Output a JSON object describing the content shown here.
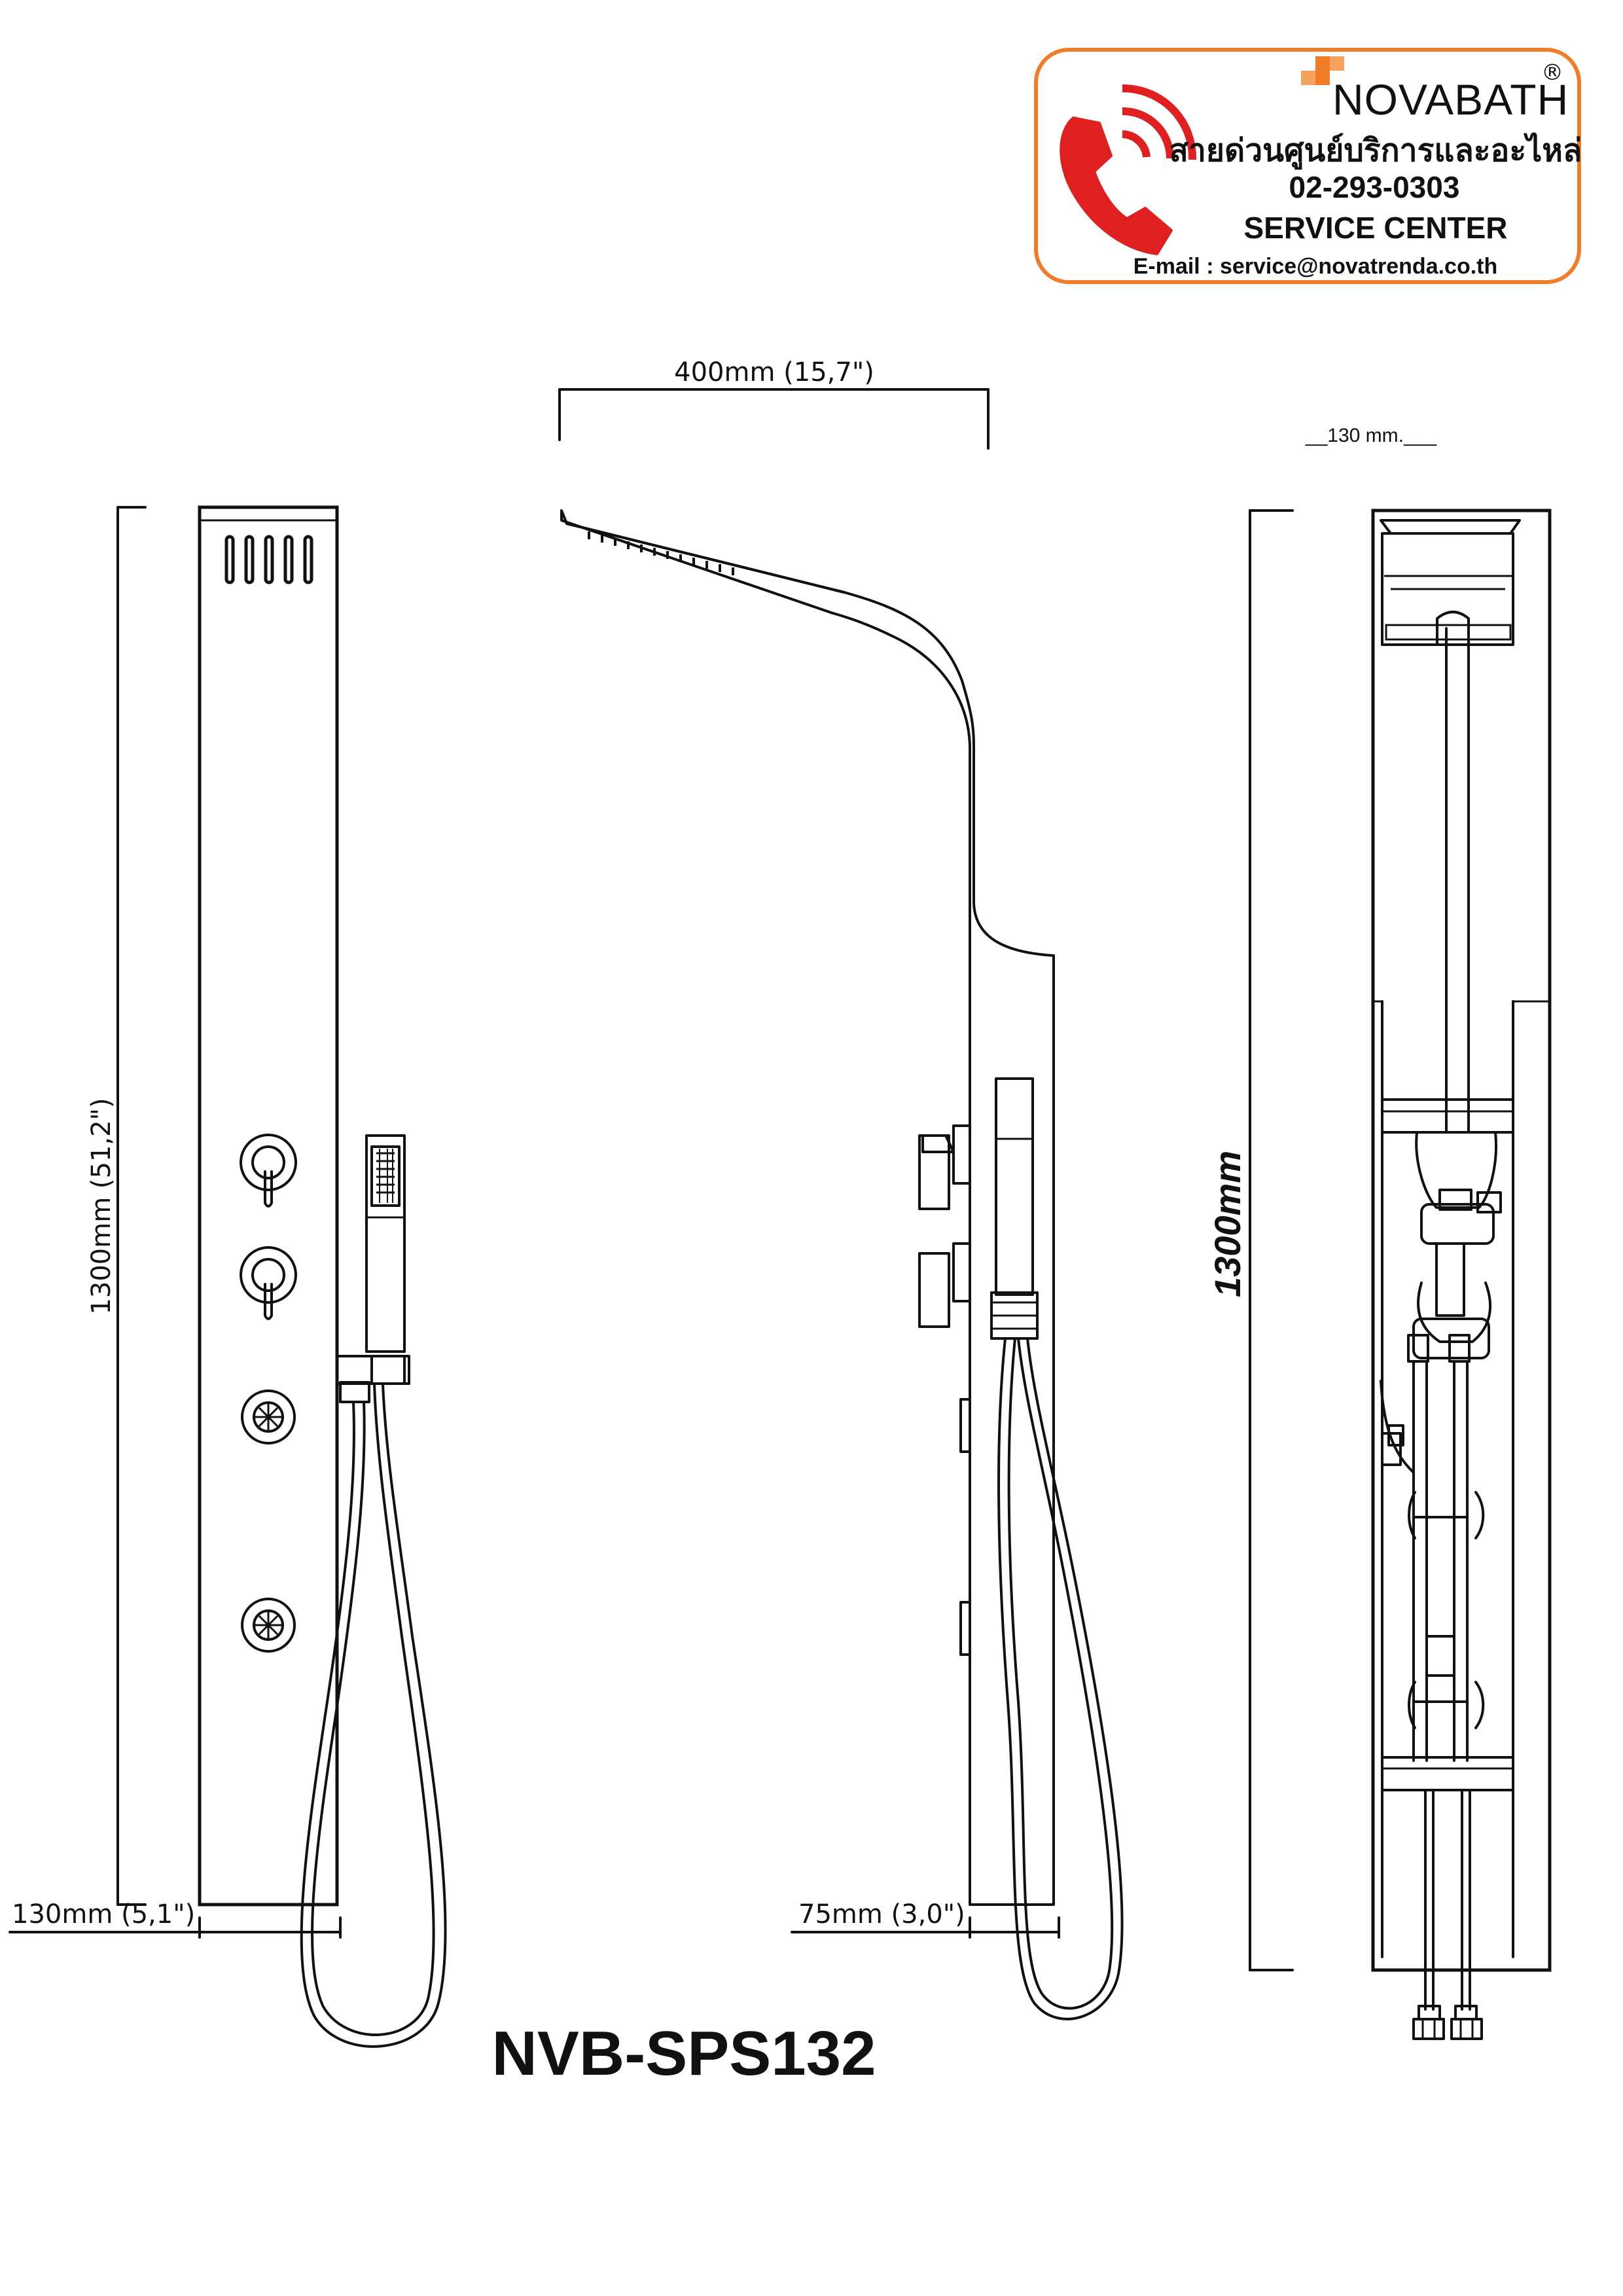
{
  "brand": {
    "logo_text": "NOVABATH",
    "registered_mark": "®",
    "hotline_label": "สายด่วนศูนย์บริการและอะไหล่",
    "phone": "02-293-0303",
    "service_center": "SERVICE CENTER",
    "email_line": "E-mail : service@novatrenda.co.th",
    "accent_color": "#f07c28",
    "phone_icon_color": "#e02020"
  },
  "dimensions": {
    "arm_length": "400mm (15,7\")",
    "height": "1300mm (51,2\")",
    "front_width": "130mm (5,1\")",
    "side_depth": "75mm (3,0\")",
    "back_width": "__130 mm.___",
    "back_height": "1300mm"
  },
  "model": "NVB-SPS132",
  "views": {
    "front": "front-view",
    "side": "side-view",
    "back": "back-view"
  }
}
